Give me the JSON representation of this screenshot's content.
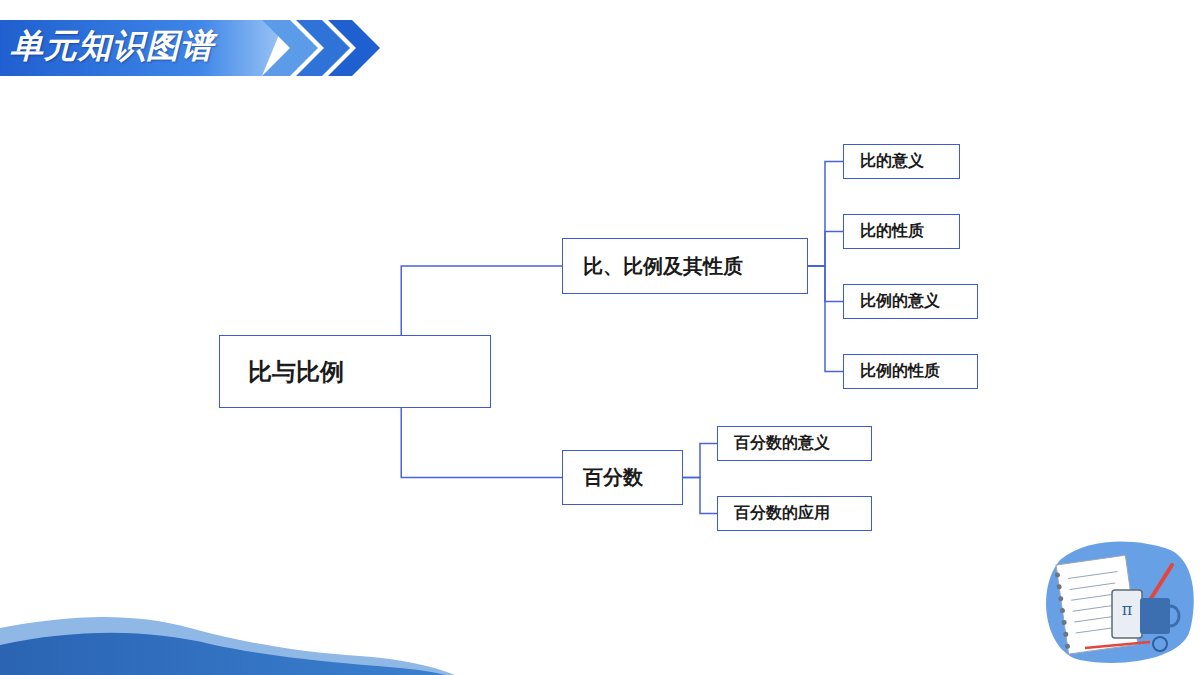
{
  "diagram": {
    "title": "单元知识图谱",
    "nodes": [
      {
        "text": [
          "比与比例"
        ]
      },
      {
        "text": [
          "比、比例及其性质"
        ]
      },
      {
        "text": [
          "比的意义"
        ]
      },
      {
        "text": [
          "比的性质"
        ]
      },
      {
        "text": [
          "比例的意义"
        ]
      },
      {
        "text": [
          "比例的性质"
        ]
      },
      {
        "text": [
          "百分数"
        ]
      },
      {
        "text": [
          "百分数的意义"
        ]
      },
      {
        "text": [
          "百分数的应用"
        ]
      }
    ],
    "edges": [
      {
        "from": 0,
        "to": 1,
        "arrow": "none"
      },
      {
        "from": 1,
        "to": 2,
        "arrow": "none"
      },
      {
        "from": 1,
        "to": 3,
        "arrow": "none"
      },
      {
        "from": 1,
        "to": 4,
        "arrow": "none"
      },
      {
        "from": 1,
        "to": 5,
        "arrow": "none"
      },
      {
        "from": 0,
        "to": 6,
        "arrow": "none"
      },
      {
        "from": 6,
        "to": 7,
        "arrow": "none"
      },
      {
        "from": 6,
        "to": 8,
        "arrow": "none"
      }
    ],
    "labels": [
      "π"
    ]
  }
}
